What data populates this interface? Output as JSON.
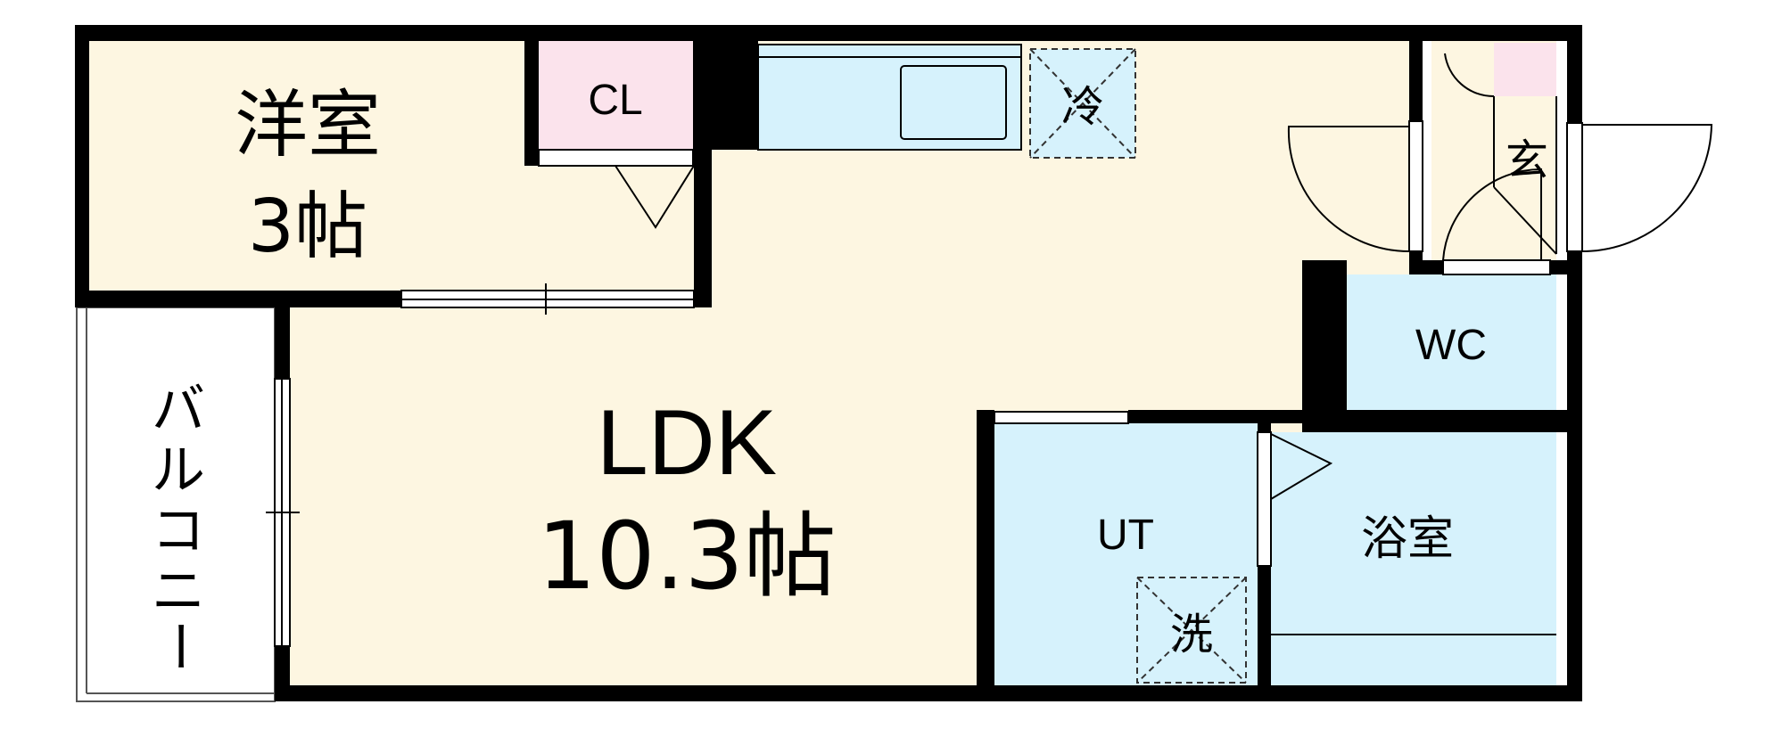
{
  "rooms": {
    "western_room": {
      "name": "洋室",
      "size": "3帖"
    },
    "closet": "CL",
    "refrigerator": "冷",
    "entrance": "玄",
    "ldk": {
      "name": "LDK",
      "size": "10.3帖"
    },
    "toilet": "WC",
    "utility": "UT",
    "washer": "洗",
    "bathroom": "浴室",
    "balcony": [
      "バ",
      "ル",
      "コ",
      "ニ",
      "ー"
    ]
  },
  "colors": {
    "wall": "#000000",
    "floor_beige": "#fdf6e1",
    "closet_pink": "#fbe3ec",
    "wet_blue": "#d6f2fc",
    "door_gray": "#7a7a7a"
  }
}
